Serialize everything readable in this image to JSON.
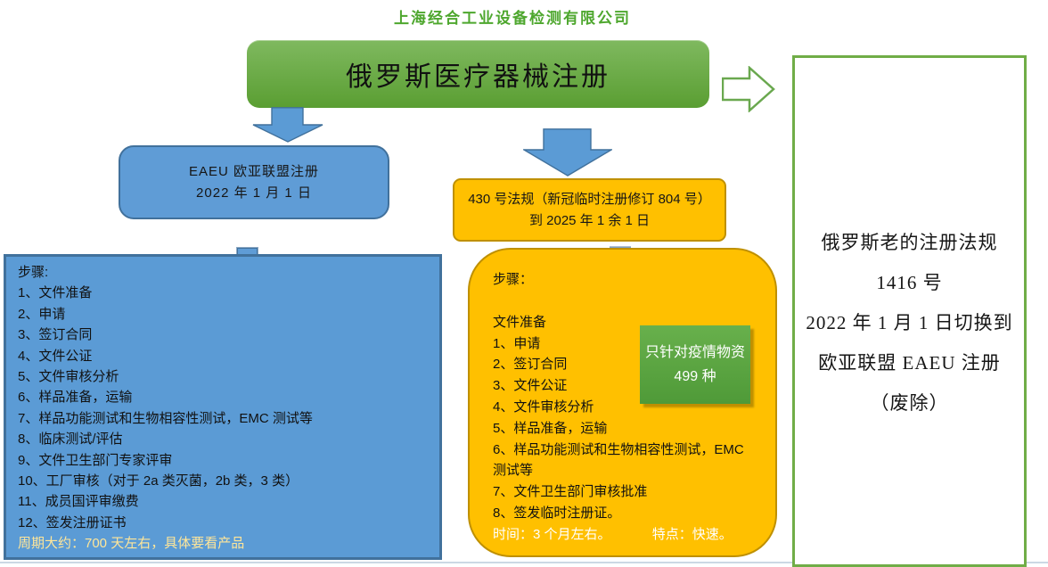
{
  "header": {
    "company": "上海经合工业设备检测有限公司"
  },
  "main_box": {
    "title": "俄罗斯医疗器械注册"
  },
  "eaeu_box": {
    "line1": "EAEU 欧亚联盟注册",
    "line2": "2022 年 1 月 1 日"
  },
  "reg430_box": {
    "line1": "430 号法规（新冠临时注册修订 804 号）",
    "line2": "到 2025 年 1 余 1 日"
  },
  "left_panel": {
    "header": "步骤:",
    "steps": [
      "1、文件准备",
      "2、申请",
      "3、签订合同",
      "4、文件公证",
      "5、文件审核分析",
      "6、样品准备，运输",
      "7、样品功能测试和生物相容性测试，EMC 测试等",
      "8、临床测试/评估",
      "9、文件卫生部门专家评审",
      "10、工厂审核（对于 2a 类灭菌，2b 类，3 类）",
      "11、成员国评审缴费",
      "12、签发注册证书"
    ],
    "footer": "周期大约：700 天左右，具体要看产品"
  },
  "yellow_panel": {
    "header": "步骤：",
    "pre_step": "文件准备",
    "steps": [
      "1、申请",
      "2、签订合同",
      "3、文件公证",
      "4、文件审核分析",
      "5、样品准备，运输",
      "6、样品功能测试和生物相容性测试，EMC 测试等",
      "7、文件卫生部门审核批准",
      "8、签发临时注册证。"
    ],
    "footer_time": "时间：3 个月左右。",
    "footer_feature": "特点：快速。"
  },
  "epidemic_box": {
    "line1": "只针对疫情物资",
    "line2": "499 种"
  },
  "right_box": {
    "lines": [
      "俄罗斯老的注册法规",
      "1416 号",
      "2022 年 1 月 1 日切换到",
      "欧亚联盟 EAEU 注册",
      "（废除）"
    ]
  },
  "colors": {
    "green_accent": "#4EA72E",
    "green_box_top": "#7fb95f",
    "green_box_bottom": "#5a9e32",
    "blue_fill": "#5B9BD5",
    "blue_border": "#41719C",
    "yellow_fill": "#FFC000",
    "yellow_border": "#BF9000",
    "right_box_border": "#70AD47",
    "left_footer_text": "#FFE699"
  }
}
